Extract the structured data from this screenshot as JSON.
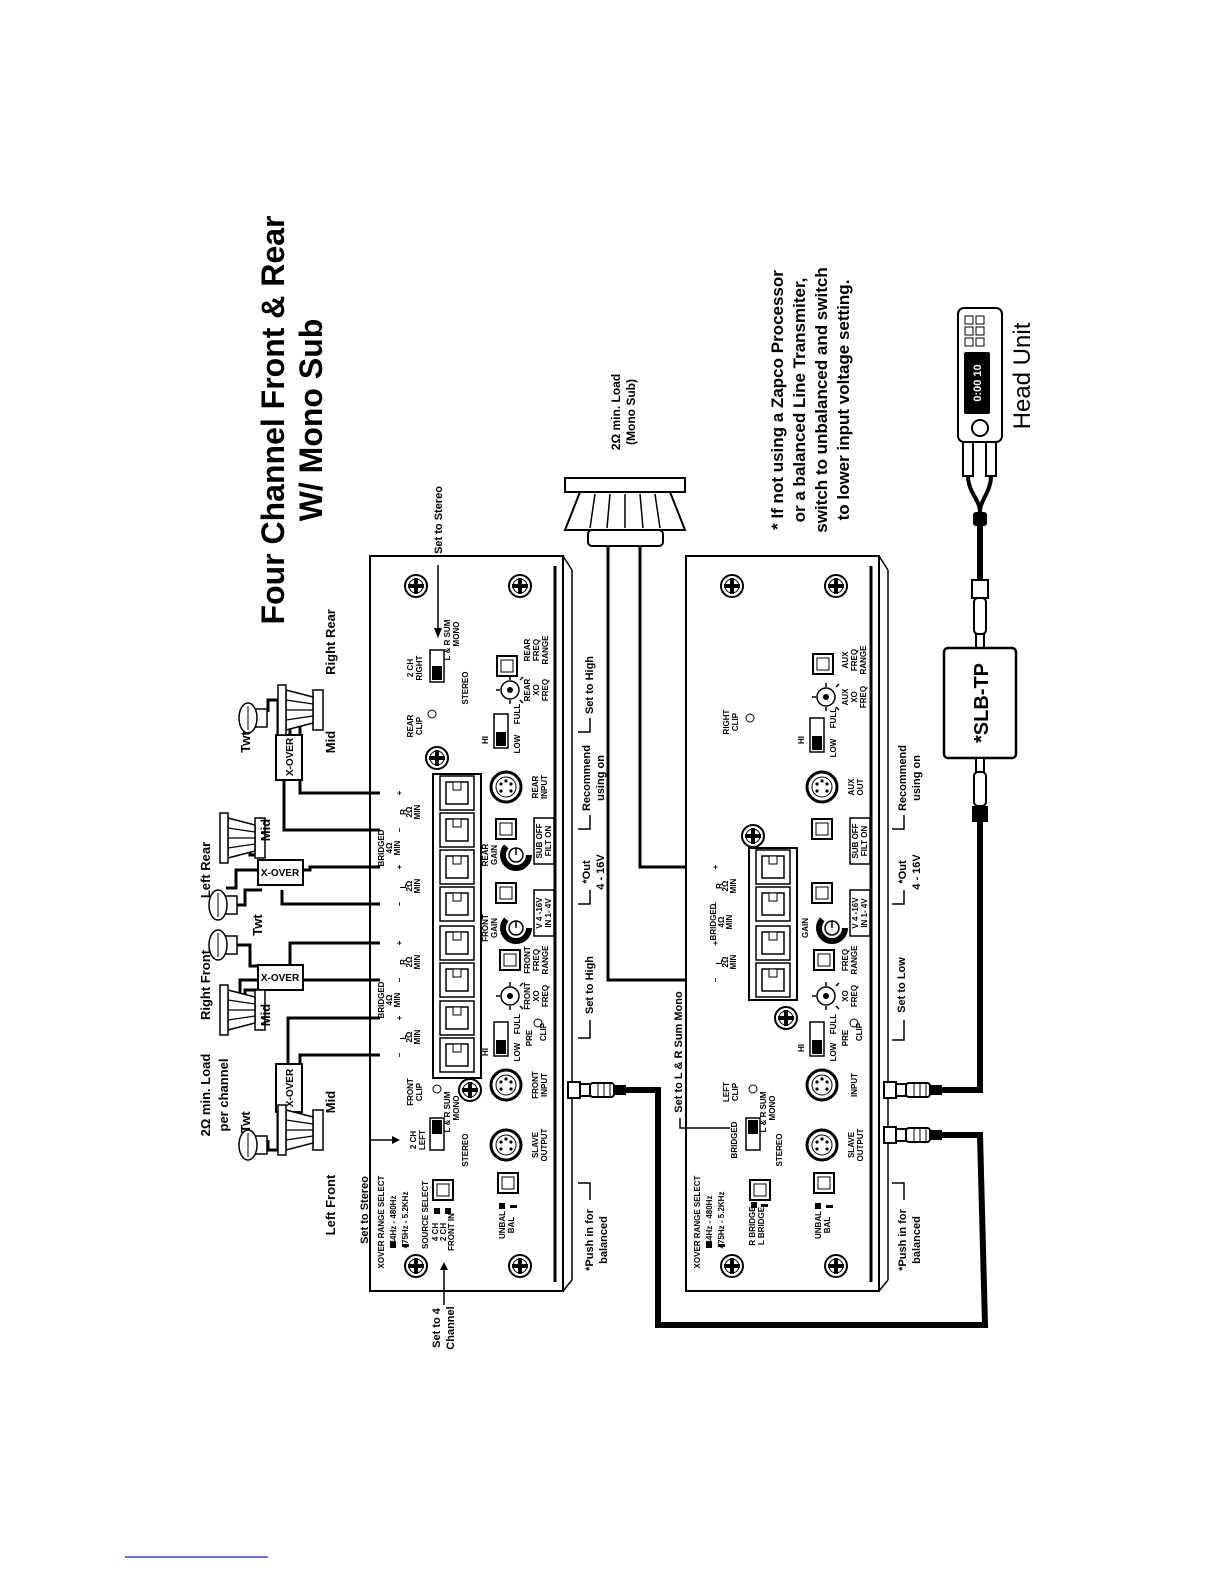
{
  "title": {
    "line1": "Four Channel Front & Rear",
    "line2": "W/ Mono Sub"
  },
  "note": {
    "line1": "* If not using a Zapco Processor",
    "line2": "or a balanced Line Transmiter,",
    "line3": "switch to unbalanced and switch",
    "line4": "to lower input voltage setting."
  },
  "head_unit": {
    "label": "Head Unit",
    "display": "0:00 10"
  },
  "slb": {
    "label": "*SLB-TP"
  },
  "mono_sub": {
    "line1": "2Ω min. Load",
    "line2": "(Mono Sub)"
  },
  "speakers": {
    "left_front": "Left Front",
    "right_front": "Right Front",
    "left_rear": "Left Rear",
    "right_rear": "Right Rear",
    "load_line1": "2Ω min. Load",
    "load_line2": "per channel",
    "twt": "Twt",
    "mid": "Mid",
    "xover": "X-OVER"
  },
  "callouts": {
    "set_stereo_top": "Set to Stereo",
    "set_stereo_left": "Set to Stereo",
    "set_4ch_l1": "Set to 4",
    "set_4ch_l2": "Channel",
    "push_l1": "*Push in for",
    "push_l2": "balanced",
    "set_high_front": "Set to High",
    "out_l1": "*Out",
    "out_l2": "4 - 16V",
    "recommend_l1": "Recommend",
    "recommend_l2": "using on",
    "set_high_rear": "Set to High",
    "set_lr_sum": "Set to L & R Sum Mono",
    "push2_l1": "*Push in for",
    "push2_l2": "balanced",
    "set_low": "Set to Low",
    "out2_l1": "*Out",
    "out2_l2": "4 - 16V",
    "recommend2_l1": "Recommend",
    "recommend2_l2": "using on"
  },
  "amp1": {
    "xover_range": "XOVER RANGE SELECT",
    "hz1": "44Hz - 480Hz",
    "hz2": "475Hz - 5.2KHz",
    "source_select": "SOURCE SELECT",
    "src1": "4 CH",
    "src2": "2 CH",
    "src3": "FRONT IN",
    "unbal": "UNBAL",
    "bal": "BAL",
    "slave_l1": "SLAVE",
    "slave_l2": "OUTPUT",
    "ch2left_l1": "2 CH",
    "ch2left_l2": "LEFT",
    "stereo": "STEREO",
    "lrsum_l1": "L & R SUM",
    "lrsum_l2": "MONO",
    "front_clip_l1": "FRONT",
    "front_clip_l2": "CLIP",
    "front_input_l1": "FRONT",
    "front_input_l2": "INPUT",
    "hi": "HI",
    "low": "LOW",
    "full": "FULL",
    "pre_l1": "PRE",
    "pre_l2": "CLIP",
    "fxo_l1": "FRONT",
    "fxo_l2": "XO",
    "fxo_l3": "FREQ",
    "ffr_l1": "FRONT",
    "ffr_l2": "FREQ",
    "ffr_l3": "RANGE",
    "front_gain_l1": "FRONT",
    "front_gain_l2": "GAIN",
    "v_l1": "V 4 -16V",
    "v_l2": "IN 1- 4V",
    "rear_gain_l1": "REAR",
    "rear_gain_l2": "GAIN",
    "sub_l1": "SUB OFF",
    "sub_l2": "FILT ON",
    "rear_input_l1": "REAR",
    "rear_input_l2": "INPUT",
    "rear_clip_l1": "REAR",
    "rear_clip_l2": "CLIP",
    "rxo_l1": "REAR",
    "rxo_l2": "XO",
    "rxo_l3": "FREQ",
    "rfr_l1": "REAR",
    "rfr_l2": "FREQ",
    "rfr_l3": "RANGE",
    "ch2right_l1": "2 CH",
    "ch2right_l2": "RIGHT",
    "bridged": "BRIDGED",
    "four_ohm": "4Ω",
    "min": "MIN",
    "l": "L",
    "r": "R",
    "two_ohm": "2Ω",
    "plus": "+",
    "minus": "–"
  },
  "amp2": {
    "xover_range": "XOVER RANGE SELECT",
    "hz1": "44Hz - 480Hz",
    "hz2": "475Hz - 5.2KHz",
    "rbridge": "R BRIDGE",
    "lbridge": "L BRIDGE",
    "unbal": "UNBAL",
    "bal": "BAL",
    "slave_l1": "SLAVE",
    "slave_l2": "OUTPUT",
    "bridged": "BRIDGED",
    "stereo": "STEREO",
    "lrsum_l1": "L & R SUM",
    "lrsum_l2": "MONO",
    "left_clip_l1": "LEFT",
    "left_clip_l2": "CLIP",
    "input": "INPUT",
    "hi": "HI",
    "low": "LOW",
    "full": "FULL",
    "pre_l1": "PRE",
    "pre_l2": "CLIP",
    "xo_l1": "XO",
    "xo_l2": "FREQ",
    "fr_l1": "FREQ",
    "fr_l2": "RANGE",
    "gain": "GAIN",
    "v_l1": "V 4 -16V",
    "v_l2": "IN 1- 4V",
    "sub_l1": "SUB OFF",
    "sub_l2": "FILT ON",
    "aux_out_l1": "AUX",
    "aux_out_l2": "OUT",
    "right_clip_l1": "RIGHT",
    "right_clip_l2": "CLIP",
    "axo_l1": "AUX",
    "axo_l2": "XO",
    "axo_l3": "FREQ",
    "afr_l1": "AUX",
    "afr_l2": "FREQ",
    "afr_l3": "RANGE",
    "four_ohm": "4Ω",
    "min": "MIN",
    "l": "L",
    "r": "R",
    "two_ohm": "2Ω",
    "plus": "+",
    "minus": "–"
  }
}
